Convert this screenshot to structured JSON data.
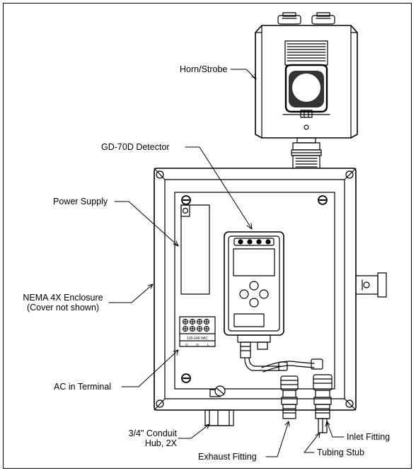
{
  "labels": {
    "horn_strobe": "Horn/Strobe",
    "detector": "GD-70D Detector",
    "power_supply": "Power Supply",
    "enclosure_line1": "NEMA 4X Enclosure",
    "enclosure_line2": "(Cover not shown)",
    "ac_terminal": "AC in Terminal",
    "conduit_line1": "3/4\" Conduit",
    "conduit_line2": "Hub, 2X",
    "exhaust_fitting": "Exhaust Fitting",
    "inlet_fitting": "Inlet Fitting",
    "tubing_stub": "Tubing Stub",
    "terminal_voltage": "100-240 VAC",
    "terminal_pins": [
      "G",
      "N",
      "L"
    ]
  }
}
